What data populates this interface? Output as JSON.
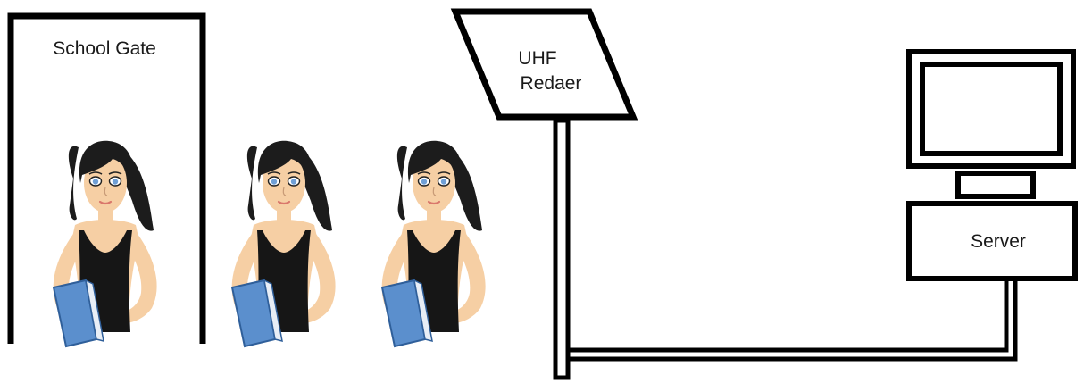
{
  "gate": {
    "label": "School Gate"
  },
  "reader": {
    "line1": "UHF",
    "line2": "Redaer"
  },
  "server": {
    "label": "Server"
  },
  "colors": {
    "stroke": "#000000",
    "hair": "#1c1c1c",
    "skin": "#f6cfa4",
    "top": "#161616",
    "book": "#5b8fcd",
    "book_dark": "#2f5f9a",
    "iris": "#6f9fd6",
    "lips": "#d9776b"
  },
  "students": [
    {
      "name": "student-1"
    },
    {
      "name": "student-2"
    },
    {
      "name": "student-3"
    }
  ]
}
